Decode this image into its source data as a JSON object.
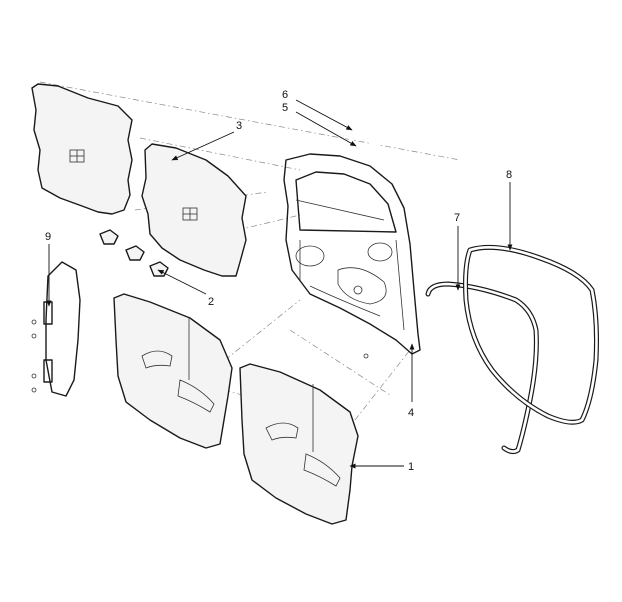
{
  "callouts": {
    "c1": "1",
    "c2": "2",
    "c3": "3",
    "c4": "4",
    "c5": "5",
    "c6": "6",
    "c7": "7",
    "c8": "8",
    "c9": "9"
  },
  "colors": {
    "line": "#1a1a1a",
    "panel_fill": "#f4f4f4",
    "background": "#ffffff"
  }
}
